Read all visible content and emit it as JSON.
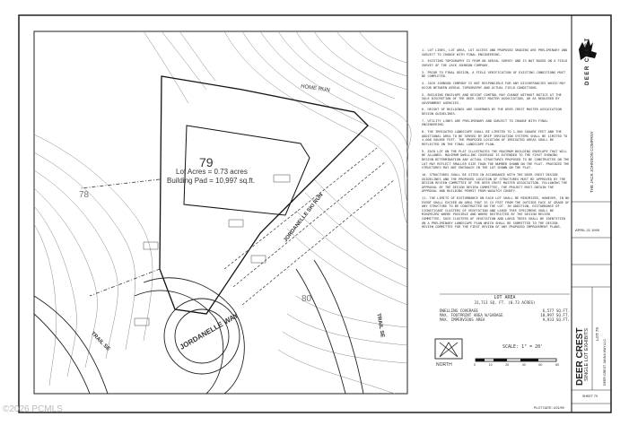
{
  "plan": {
    "lot_number": "79",
    "lot_acres": "Lot Acres = 0.73 acres",
    "building_pad": "Building Pad = 10,997 sq.ft.",
    "adjacent_lot_78": "78",
    "adjacent_lot_80": "80",
    "road_home_run": "HOME RUN",
    "road_jordanelle_ski_run": "JORDANELLE SKI RUN",
    "road_jordanelle_way": "JORDANELLE WAY",
    "road_trail_left": "TRAIL SE",
    "road_trail_right": "TRAIL SE"
  },
  "notes": [
    "1. LOT LINES, LOT AREA, LOT ACCESS AND PROPOSED GRADING ARE PRELIMINARY AND SUBJECT TO CHANGE WITH FINAL ENGINEERING.",
    "2. EXISTING TOPOGRAPHY IS FROM AN AERIAL SURVEY AND IS NOT BASED ON A FIELD SURVEY OF THE JACK JOHNSON COMPANY.",
    "3. PRIOR TO FINAL DESIGN, A FIELD VERIFICATION OF EXISTING CONDITIONS MUST BE COMPLETED.",
    "4. JACK JOHNSON COMPANY IS NOT RESPONSIBLE FOR ANY DISCREPANCIES WHICH MAY OCCUR BETWEEN AERIAL TOPOGRAPHY AND ACTUAL FIELD CONDITIONS.",
    "5. BUILDING ENVELOPE AND HEIGHT CONTROL MAY CHANGE WITHOUT NOTICE AT THE SOLE DISCRETION OF THE DEER CREST MASTER ASSOCIATION, OR AS REQUIRED BY GOVERNMENT AGENCIES.",
    "6. HEIGHT OF BUILDINGS ARE GOVERNED BY THE DEER CREST MASTER ASSOCIATION DESIGN GUIDELINES.",
    "7. UTILITY LINES ARE PRELIMINARY AND SUBJECT TO CHANGE WITH FINAL ENGINEERING.",
    "8. THE IRRIGATED LANDSCAPE SHALL BE LIMITED TO 1,500 SQUARE FEET AND THE ADDITIONAL AREA TO BE SERVED BY DRIP IRRIGATION SYSTEMS SHALL BE LIMITED TO 4,000 SQUARE FEET. THE PROPOSED LOCATION OF IRRIGATED AREAS SHALL BE REFLECTED ON THE FINAL LANDSCAPE PLAN.",
    "9. EACH LOT ON THE PLAT ILLUSTRATES THE MAXIMUM BUILDING ENVELOPE THAT WILL BE ALLOWED. MAXIMUM DWELLING COVERAGE IS EXTENDED TO THE FIRST SHOWING DESIGN DETERMINATION ANY ACTUAL STRUCTURES PROPOSED TO BE CONSTRUCTED ON THE LOT MAY REFLECT SMALLER SIZE THAN THE NUMBER SHOWN ON THE PLAT. PROVIDED THE STRUCTURES MAY NOT ENCROACH IN THE LOT SHOWN ON THE PLAT.",
    "10. STRUCTURES SHALL BE SITED IN ACCORDANCE WITH THE DEER CREST DESIGN GUIDELINES AND THE PROPOSED LOCATION OF STRUCTURES MUST BE APPROVED BY THE DESIGN REVIEW COMMITTEE OF THE DEER CREST MASTER ASSOCIATION. FOLLOWING THE APPROVAL BY THE DESIGN REVIEW COMMITTEE, THE PROJECT MUST OBTAIN THE APPROVAL AND BUILDING PERMIT FROM WASATCH COUNTY.",
    "11. THE LIMITS OF DISTURBANCE ON EACH LOT SHALL BE MINIMIZED, HOWEVER, IN NO EVENT SHALL EXCEED AN AREA THAT IS 15 FEET FROM THE OUTSIDE FACE AT GRADE OF ANY STRUCTURE TO BE CONSTRUCTED ON THE LOT. IN ADDITION, DISTURBANCE OF SIGNIFICANT CLUSTERS OF VEGETATION AND LARGE TREE SPECIMENS SHALL BE MINIMIZED WHERE POSSIBLE AND WHERE RESTRICTED BY THE DESIGN REVIEW COMMITTEE. SUCH CLUSTERS OF VEGETATION AND LARGE TREES SHALL BE IDENTIFIED ON A PRELIMINARY LANDSCAPE PLAN WHICH SHALL BE SUBMITTED TO THE DESIGN REVIEW COMMITTEE FOR THE FIRST REVIEW OF ANY PROPOSED IMPROVEMENT PLANS."
  ],
  "lot_area": {
    "title": "LOT AREA",
    "total": "31,713 SQ. FT. (0.73 ACRES)",
    "rows": [
      {
        "label": "DWELLING COVERAGE",
        "value": "6,577 SQ.FT."
      },
      {
        "label": "MAX. FOOTPRINT AREA W/GARAGE",
        "value": "10,997 SQ.FT."
      },
      {
        "label": "MAX. IMPERVIOUS AREA",
        "value": "9,933 SQ.FT."
      }
    ]
  },
  "scale": {
    "text": "SCALE: 1\" = 20'",
    "north": "NORTH",
    "ticks": [
      "0",
      "10",
      "20",
      "40",
      "60",
      "80"
    ]
  },
  "title_block": {
    "logo_text": "DEER CREST",
    "company": "THE JACK JOHNSON COMPANY",
    "date": "APRIL 21 1999",
    "project_title": "DEER CREST",
    "project_subtitle": "SINGLE LOT EXHIBITS",
    "lot": "LOT 79",
    "sheet": "SHEET 79",
    "plot_date": "PLOT DATE: 4/21/99",
    "address": "DEER CREST JANNA WAY LLC"
  },
  "watermark": "©2026 PCMLS"
}
